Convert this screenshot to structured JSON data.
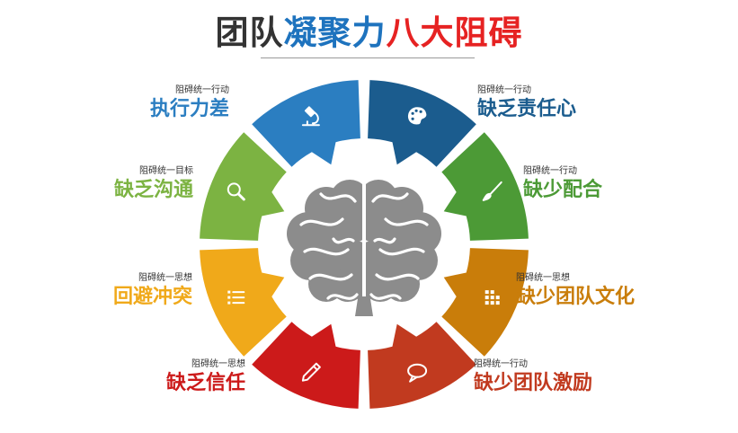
{
  "title": {
    "part1": "团队",
    "part2": "凝聚力",
    "part3": "八大阻碍",
    "color1": "#333333",
    "color2": "#1e73be",
    "color3": "#e62222"
  },
  "center_icon": "brain-icon",
  "segments": [
    {
      "key": "exec",
      "main": "执行力差",
      "sub": "阻碍统一行动",
      "color": "#2b7ec1",
      "icon": "microscope-icon"
    },
    {
      "key": "resp",
      "main": "缺乏责任心",
      "sub": "阻碍统一行动",
      "color": "#1b5c8e",
      "icon": "palette-icon"
    },
    {
      "key": "coop",
      "main": "缺少配合",
      "sub": "阻碍统一行动",
      "color": "#4c9a36",
      "icon": "brush-icon"
    },
    {
      "key": "culture",
      "main": "缺少团队文化",
      "sub": "阻碍统一思想",
      "color": "#c97d0a",
      "icon": "grid-icon"
    },
    {
      "key": "motivate",
      "main": "缺少团队激励",
      "sub": "阻碍统一行动",
      "color": "#c13a1f",
      "icon": "speech-bubble-icon"
    },
    {
      "key": "trust",
      "main": "缺乏信任",
      "sub": "阻碍统一思想",
      "color": "#cc1a1a",
      "icon": "pencil-icon"
    },
    {
      "key": "conflict",
      "main": "回避冲突",
      "sub": "阻碍统一思想",
      "color": "#f0a91a",
      "icon": "list-icon"
    },
    {
      "key": "comm",
      "main": "缺乏沟通",
      "sub": "阻碍统一目标",
      "color": "#7cb342",
      "icon": "magnifier-icon"
    }
  ]
}
